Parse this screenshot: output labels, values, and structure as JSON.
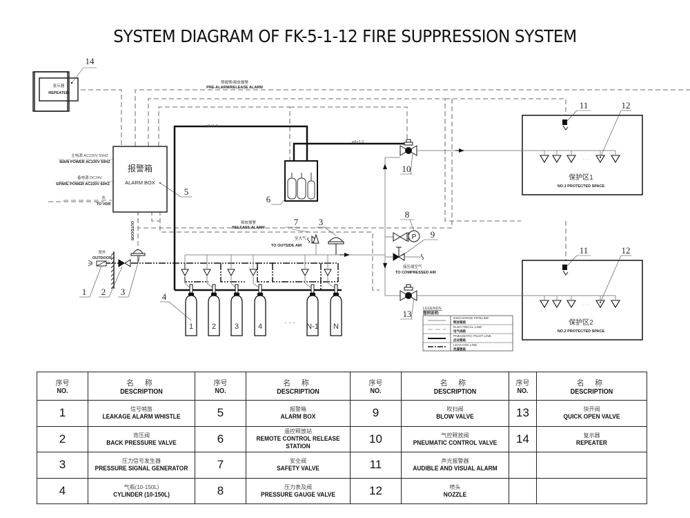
{
  "title": "SYSTEM DIAGRAM OF FK-5-1-12 FIRE SUPPRESSION SYSTEM",
  "diagram": {
    "repeater": {
      "cn": "复示器",
      "en": "REPEATER",
      "callout": "14"
    },
    "alarm_lines": {
      "pre_release_cn": "预报警/释放报警",
      "pre_release_en": "PRE-ALARM/RELEASE ALARM",
      "release_cn": "释放报警",
      "release_en": "RELEASE ALARM"
    },
    "alarm_box": {
      "cn": "报警箱",
      "en": "ALARM BOX",
      "callout": "5"
    },
    "power": {
      "main_cn": "主电源 AC220V 50HZ",
      "main_en": "MAIN POWER AC220V 50HZ",
      "spare_cn": "备电源 DC24V",
      "spare_en": "SPARE POWER AC220V 60HZ",
      "vdr_cn": "去",
      "vdr_en": "TO VDR"
    },
    "outdoor_cn": "室外",
    "outdoor_en": "OUTDOOR",
    "outdoor_vertical": "OUTDOOR",
    "pipe_spec_1": "φ6×1.0",
    "pipe_spec_2": "φ6×1.0",
    "to_outside_air_cn": "至大气",
    "to_outside_air_en": "TO OUTSIDE AIR",
    "to_compressed_air_cn": "接压缩空气",
    "to_compressed_air_en": "TO COMPRESSED AIR",
    "cylinders": [
      "1",
      "2",
      "3",
      "4",
      "N-1",
      "N"
    ],
    "cylinder_ellipsis": "· · ·",
    "callouts": {
      "c1": "1",
      "c2": "2",
      "c3a": "3",
      "c3b": "3",
      "c4": "4",
      "c6": "6",
      "c7": "7",
      "c8": "8",
      "c9": "9",
      "c10": "10",
      "c11a": "11",
      "c12a": "12",
      "c11b": "11",
      "c12b": "12",
      "c13": "13"
    },
    "gauge_letter": "P",
    "zones": [
      {
        "cn": "保护区1",
        "en": "NO.1 PROTECTED SPACE"
      },
      {
        "cn": "保护区2",
        "en": "NO.2 PROTECTED SPACE"
      }
    ],
    "nozzle_ellipsis": "· · ·",
    "legend": {
      "title_en": "LEGENDS:",
      "title_cn": "图例说明:",
      "rows": [
        {
          "en": "DISCHARGE PIPELINE",
          "cn": "释放管路"
        },
        {
          "en": "ELECTRICAL LINE",
          "cn": "电气线路"
        },
        {
          "en": "PNEUMATIC PILOT LINE",
          "cn": "启动管路"
        },
        {
          "en": "LEAKAGE LINE",
          "cn": "泄漏管路"
        }
      ]
    }
  },
  "table": {
    "header": {
      "no_cn": "序号",
      "no_en": "NO.",
      "desc_cn": "名 称",
      "desc_en": "DESCRIPTION"
    },
    "rows": [
      [
        {
          "no": "1",
          "cn": "信号哨笛",
          "en": "LEAKAGE ALARM WHISTLE"
        },
        {
          "no": "5",
          "cn": "报警箱",
          "en": "ALARM BOX"
        },
        {
          "no": "9",
          "cn": "吹扫阀",
          "en": "BLOW VALVE"
        },
        {
          "no": "13",
          "cn": "快开阀",
          "en": "QUICK OPEN VALVE"
        }
      ],
      [
        {
          "no": "2",
          "cn": "背压阀",
          "en": "BACK PRESSURE VALVE"
        },
        {
          "no": "6",
          "cn": "遥控释放站",
          "en": "REMOTE CONTROL RELEASE STATION"
        },
        {
          "no": "10",
          "cn": "气控释放阀",
          "en": "PNEUMATIC CONTROL VALVE"
        },
        {
          "no": "14",
          "cn": "复示器",
          "en": "REPEATER"
        }
      ],
      [
        {
          "no": "3",
          "cn": "压力信号发生器",
          "en": "PRESSURE SIGNAL GENERATOR"
        },
        {
          "no": "7",
          "cn": "安全阀",
          "en": "SAFETY VALVE"
        },
        {
          "no": "11",
          "cn": "声光报警器",
          "en": "AUDIBLE AND VISUAL ALARM"
        },
        {
          "no": "",
          "cn": "",
          "en": ""
        }
      ],
      [
        {
          "no": "4",
          "cn": "气瓶(10-150L)",
          "en": "CYLINDER (10-150L)"
        },
        {
          "no": "8",
          "cn": "压力表及阀",
          "en": "PRESSURE GAUGE VALVE"
        },
        {
          "no": "12",
          "cn": "喷头",
          "en": "NOZZLE"
        },
        {
          "no": "",
          "cn": "",
          "en": ""
        }
      ]
    ]
  }
}
